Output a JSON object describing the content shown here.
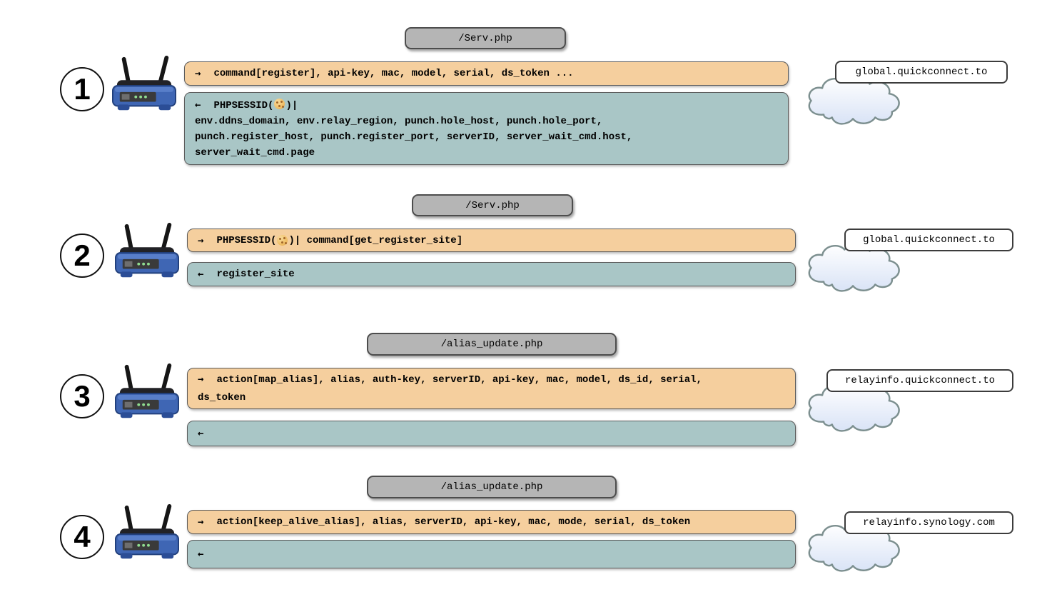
{
  "glyphs": {
    "arrow_right": "→",
    "arrow_left": "←",
    "cookie": "🍪"
  },
  "colors": {
    "request_fill": "#f5cf9e",
    "response_fill": "#a9c6c6",
    "endpoint_fill": "#b5b5b5",
    "router_blue": "#3f66b4",
    "cloud_tint": "#dde7f8"
  },
  "steps": [
    {
      "number": "1",
      "endpoint": "/Serv.php",
      "host": "global.quickconnect.to",
      "request": {
        "text": "command[register], api-key, mac, model, serial, ds_token ..."
      },
      "response": {
        "cookie_pre": "PHPSESSID(",
        "cookie_post": ")|",
        "lines": [
          "env.ddns_domain, env.relay_region, punch.hole_host, punch.hole_port,",
          "punch.register_host, punch.register_port, serverID, server_wait_cmd.host,",
          "server_wait_cmd.page"
        ]
      }
    },
    {
      "number": "2",
      "endpoint": "/Serv.php",
      "host": "global.quickconnect.to",
      "request": {
        "cookie_pre": "PHPSESSID(",
        "cookie_post": ")| command[get_register_site]"
      },
      "response": {
        "text": "register_site"
      }
    },
    {
      "number": "3",
      "endpoint": "/alias_update.php",
      "host": "relayinfo.quickconnect.to",
      "request": {
        "lines": [
          "action[map_alias], alias, auth-key, serverID, api-key, mac, model, ds_id, serial,",
          "ds_token"
        ]
      },
      "response": {
        "text": ""
      }
    },
    {
      "number": "4",
      "endpoint": "/alias_update.php",
      "host": "relayinfo.synology.com",
      "request": {
        "text": "action[keep_alive_alias], alias, serverID, api-key, mac, mode, serial, ds_token"
      },
      "response": {
        "text": ""
      }
    }
  ]
}
